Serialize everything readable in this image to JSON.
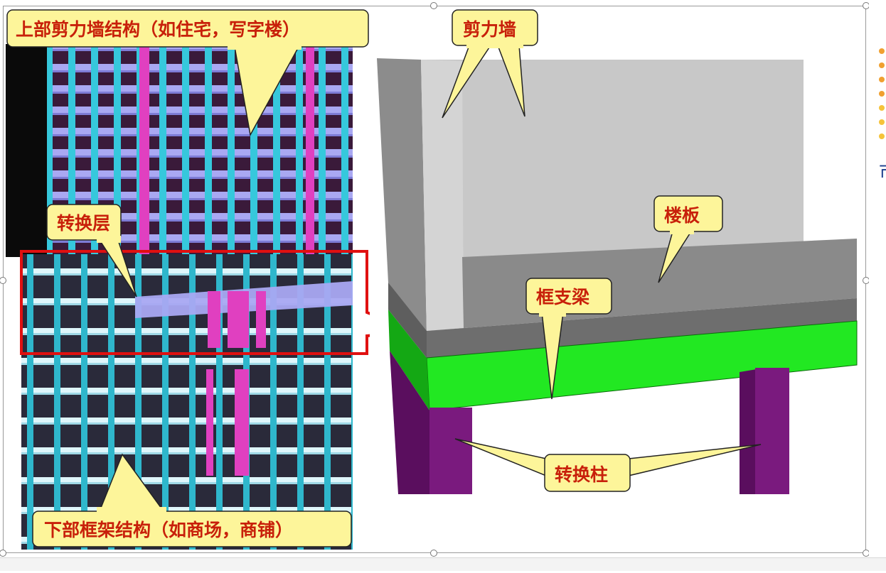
{
  "diagram": {
    "labels": {
      "upper_wall": "上部剪力墙结构（如住宅，写字楼）",
      "transfer_floor": "转换层",
      "lower_frame": "下部框架结构（如商场，商铺）",
      "shear_wall": "剪力墙",
      "slab": "楼板",
      "beam": "框支梁",
      "column": "转换柱"
    }
  },
  "colors": {
    "callout_fill": "#fdf59a",
    "label_text": "#c8200a",
    "highlight_red": "#e01010",
    "wall_gray": "#c8c8c8",
    "slab_gray": "#8a8a8a",
    "beam_green": "#22e822",
    "column_purple": "#7a1a7e",
    "frame_cyan": "#36c8dc",
    "frame_lavender": "#a9a8f2",
    "frame_magenta": "#e040c0"
  },
  "side_panel": {
    "dot_colors": [
      "#f0a030",
      "#f0a030",
      "#f0a030",
      "#f0a030",
      "#f5c33a",
      "#f5c33a",
      "#f5c33a"
    ],
    "glyph": "市"
  }
}
